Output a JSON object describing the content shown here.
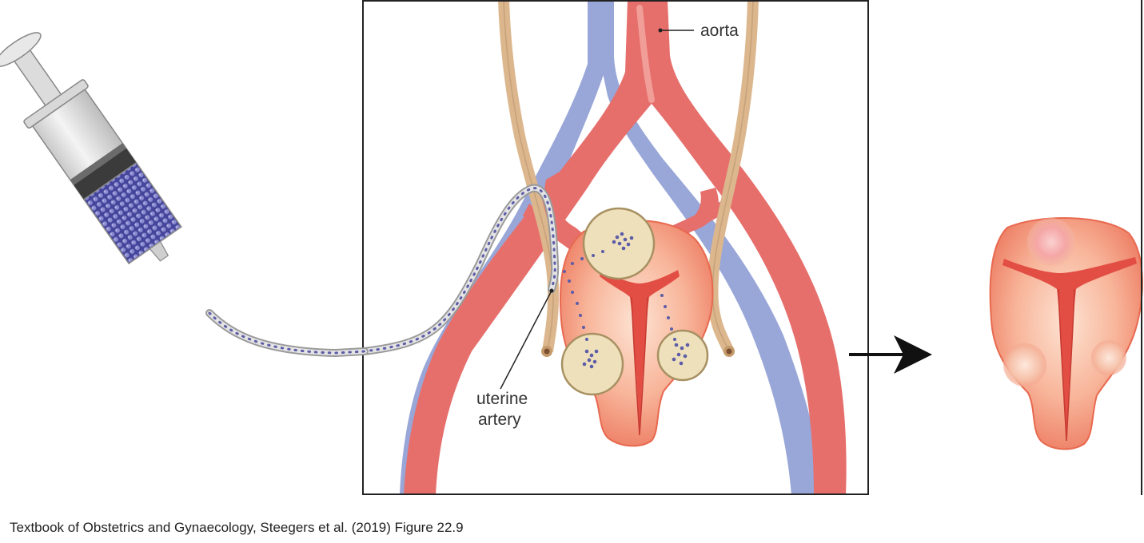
{
  "labels": {
    "aorta": "aorta",
    "uterine_line1": "uterine",
    "uterine_line2": "artery"
  },
  "caption": "Textbook of Obstetrics and Gynaecology, Steegers et al. (2019) Figure 22.9",
  "colors": {
    "artery": "#e66f6c",
    "artery_dark": "#d2514f",
    "vein": "#98a6d8",
    "ureter": "#dcb78e",
    "uterus_outer": "#f08a70",
    "uterus_light": "#fbd3bd",
    "cavity": "#e24e44",
    "fibroid": "#eee0bb",
    "fibroid_border": "#a79062",
    "particle": "#5c5ca8",
    "frame": "#222222",
    "arrow": "#111111"
  },
  "icons": [
    "syringe-icon",
    "catheter-icon",
    "right-arrow-icon"
  ]
}
